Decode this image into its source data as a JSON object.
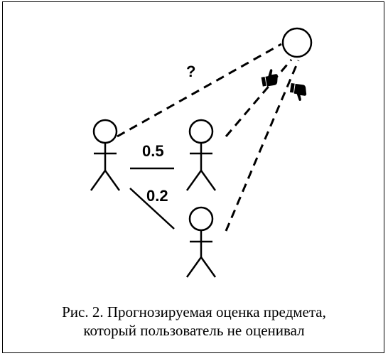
{
  "diagram": {
    "unknown_rating_label": "?",
    "similarity_labels": {
      "user_a_to_b": "0.5",
      "user_a_to_c": "0.2"
    },
    "icons": {
      "like": "thumbs-up-icon",
      "dislike": "thumbs-down-icon"
    }
  },
  "caption": {
    "line1": "Рис. 2. Прогнозируемая оценка предмета,",
    "line2": "который пользователь не оценивал"
  }
}
